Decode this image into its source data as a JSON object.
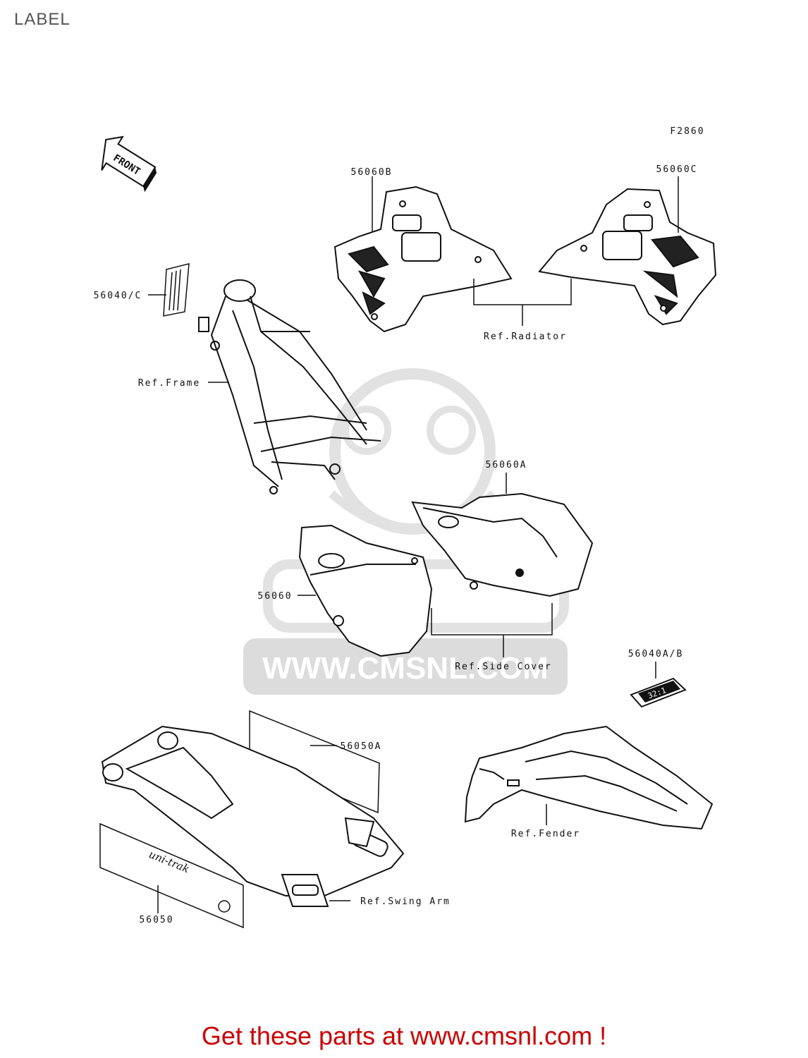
{
  "page": {
    "title": "LABEL"
  },
  "figure_code": "F2860",
  "direction_arrow": "FRONT",
  "callouts": {
    "radiator_left_part": "56060B",
    "radiator_right_part": "56060C",
    "radiator_ref": "Ref.Radiator",
    "frame_label_part": "56040/C",
    "frame_ref": "Ref.Frame",
    "side_cover_right_part": "56060A",
    "side_cover_left_part": "56060",
    "side_cover_ref": "Ref.Side Cover",
    "fender_label_part": "56040A/B",
    "swing_arm_upper_part": "56050A",
    "swing_arm_lower_part": "56050",
    "swing_arm_ref": "Ref.Swing Arm",
    "fender_ref": "Ref.Fender"
  },
  "decal_text": {
    "fender_tag": "32:1",
    "swingarm_decal": "uni-trak"
  },
  "watermark": {
    "text": "WWW.CMSNL.COM"
  },
  "cta": {
    "text": "Get these parts at www.cmsnl.com !"
  },
  "colors": {
    "cta": "#cc0000",
    "line": "#111111",
    "watermark": "#d9d9d9"
  }
}
